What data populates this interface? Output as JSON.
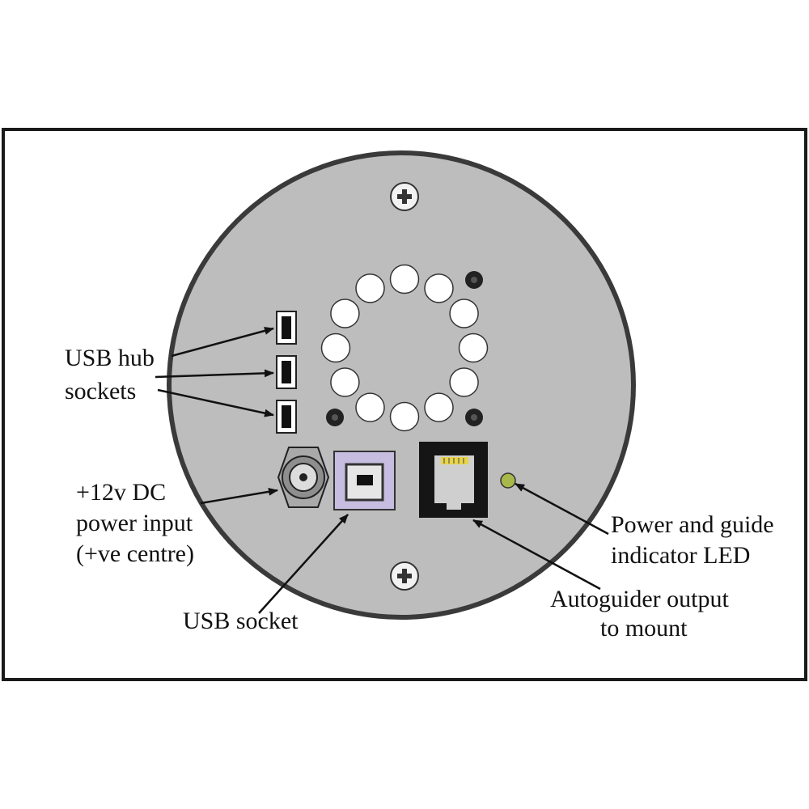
{
  "labels": {
    "usb_hub_line1": "USB hub",
    "usb_hub_line2": "sockets",
    "power_line1": "+12v DC",
    "power_line2": "power input",
    "power_line3": "(+ve centre)",
    "usb_socket": "USB socket",
    "led_line1": "Power and guide",
    "led_line2": "indicator LED",
    "autoguider_line1": "Autoguider output",
    "autoguider_line2": "to mount"
  },
  "colors": {
    "plate": "#bdbdbd",
    "plate_edge": "#3a3a3a",
    "frame": "#1a1a1a",
    "usb_socket_bg": "#c6bde0",
    "led": "#a8b84a",
    "rj_pins": "#e8d44a"
  },
  "icons": {
    "screw": "phillips-screw-icon",
    "vent": "vent-hole-icon"
  }
}
